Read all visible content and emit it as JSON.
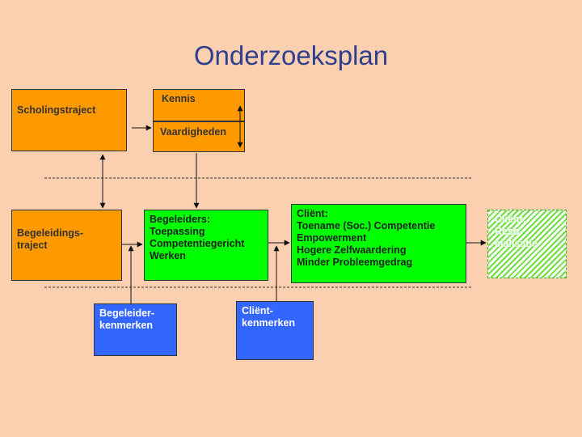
{
  "title": "Onderzoeksplan",
  "boxes": {
    "scholingstraject": "Scholingstraject",
    "kennis": "Kennis",
    "vaardigheden": "Vaardigheden",
    "begeleidingstraject": [
      "Begeleidings-",
      "traject"
    ],
    "begeleiders": [
      "Begeleiders:",
      "Toepassing",
      "Competentiegericht",
      "Werken"
    ],
    "client": [
      "Cliënt:",
      "Toename (Soc.) Competentie",
      "Empowerment",
      "Hogere Zelfwaardering",
      "Minder Probleemgedrag"
    ],
    "client_resocialisatie": [
      "Cliënt:",
      "Reso-",
      "cialisatie"
    ],
    "begeleider_kenmerken": [
      "Begeleider-",
      "kenmerken"
    ],
    "client_kenmerken": [
      "Cliënt-",
      "kenmerken"
    ]
  },
  "colors": {
    "background": "#fbd0b0",
    "title": "#2f3f8f",
    "orange": "#ff9900",
    "green": "#00ff00",
    "blue": "#3366ff",
    "hatch": "#6cdf3e"
  }
}
